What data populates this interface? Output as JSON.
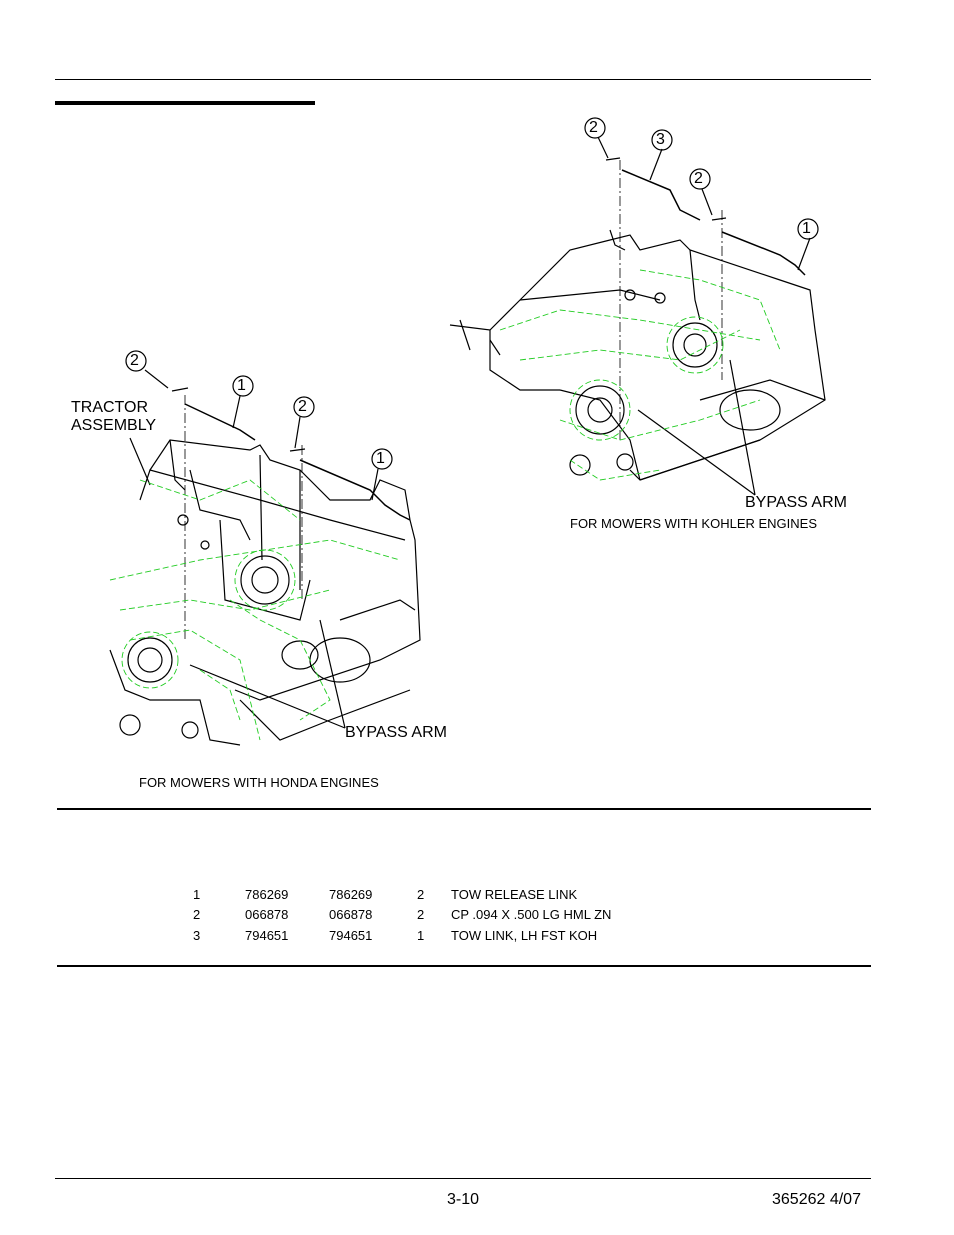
{
  "honda_figure": {
    "callouts": [
      "2",
      "1",
      "2",
      "1"
    ],
    "tractor_label_line1": "TRACTOR",
    "tractor_label_line2": "ASSEMBLY",
    "bypass_label": "BYPASS ARM",
    "caption": "FOR MOWERS WITH HONDA ENGINES"
  },
  "kohler_figure": {
    "callouts": [
      "2",
      "3",
      "2",
      "1"
    ],
    "bypass_label": "BYPASS ARM",
    "caption": "FOR MOWERS WITH KOHLER ENGINES"
  },
  "parts": [
    {
      "key": "1",
      "part1": "786269",
      "part2": "786269",
      "qty": "2",
      "desc": "TOW RELEASE LINK"
    },
    {
      "key": "2",
      "part1": "066878",
      "part2": "066878",
      "qty": "2",
      "desc": "CP .094 X .500 LG HML ZN"
    },
    {
      "key": "3",
      "part1": "794651",
      "part2": "794651",
      "qty": "1",
      "desc": "TOW LINK, LH FST KOH"
    }
  ],
  "footer": {
    "page_number": "3-10",
    "doc_code": "365262 4/07"
  },
  "colors": {
    "drawing_line": "#000000",
    "hidden_parts": "#22cc22"
  }
}
